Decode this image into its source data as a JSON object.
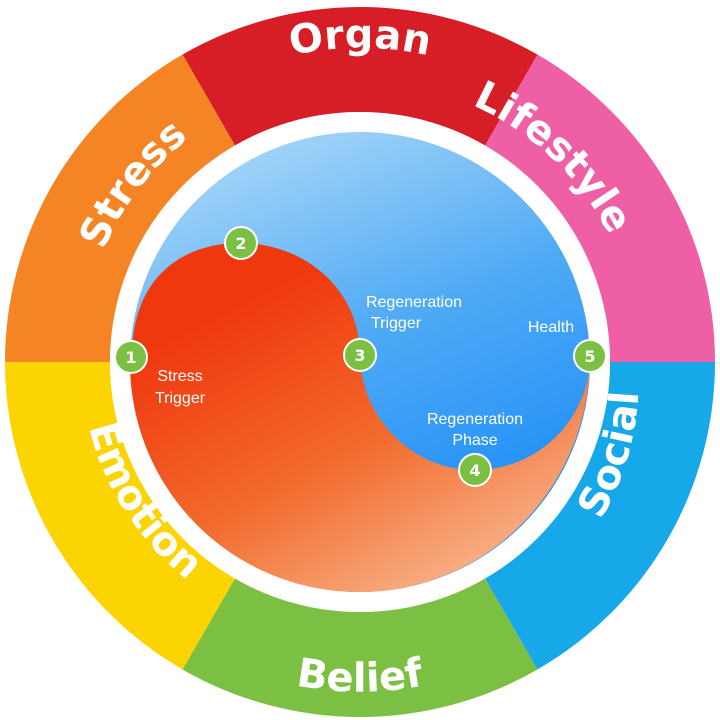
{
  "segments": [
    {
      "id": "organ",
      "label": "Organ",
      "color": "#d71e27"
    },
    {
      "id": "lifestyle",
      "label": "Lifestyle",
      "color": "#ee5fa6"
    },
    {
      "id": "social",
      "label": "Social",
      "color": "#16a8e8"
    },
    {
      "id": "belief",
      "label": "Belief",
      "color": "#7bc043"
    },
    {
      "id": "emotion",
      "label": "Emotion",
      "color": "#fcd401"
    },
    {
      "id": "stress",
      "label": "Stress",
      "color": "#f48424"
    }
  ],
  "phases": {
    "stress_trigger": {
      "line1": "Stress",
      "line2": "Trigger"
    },
    "regeneration_trigger": {
      "line1": "Regeneration",
      "line2": "Trigger"
    },
    "health": {
      "line1": "Health"
    },
    "regeneration_phase": {
      "line1": "Regeneration",
      "line2": "Phase"
    }
  },
  "badges": [
    "1",
    "2",
    "3",
    "4",
    "5"
  ],
  "colors": {
    "badge_fill": "#7bc043",
    "red_wave_top": "#ef3b18",
    "red_wave_bottom": "#f7a774",
    "blue_top": "#b6def7",
    "blue_bottom": "#1f8ef7"
  }
}
